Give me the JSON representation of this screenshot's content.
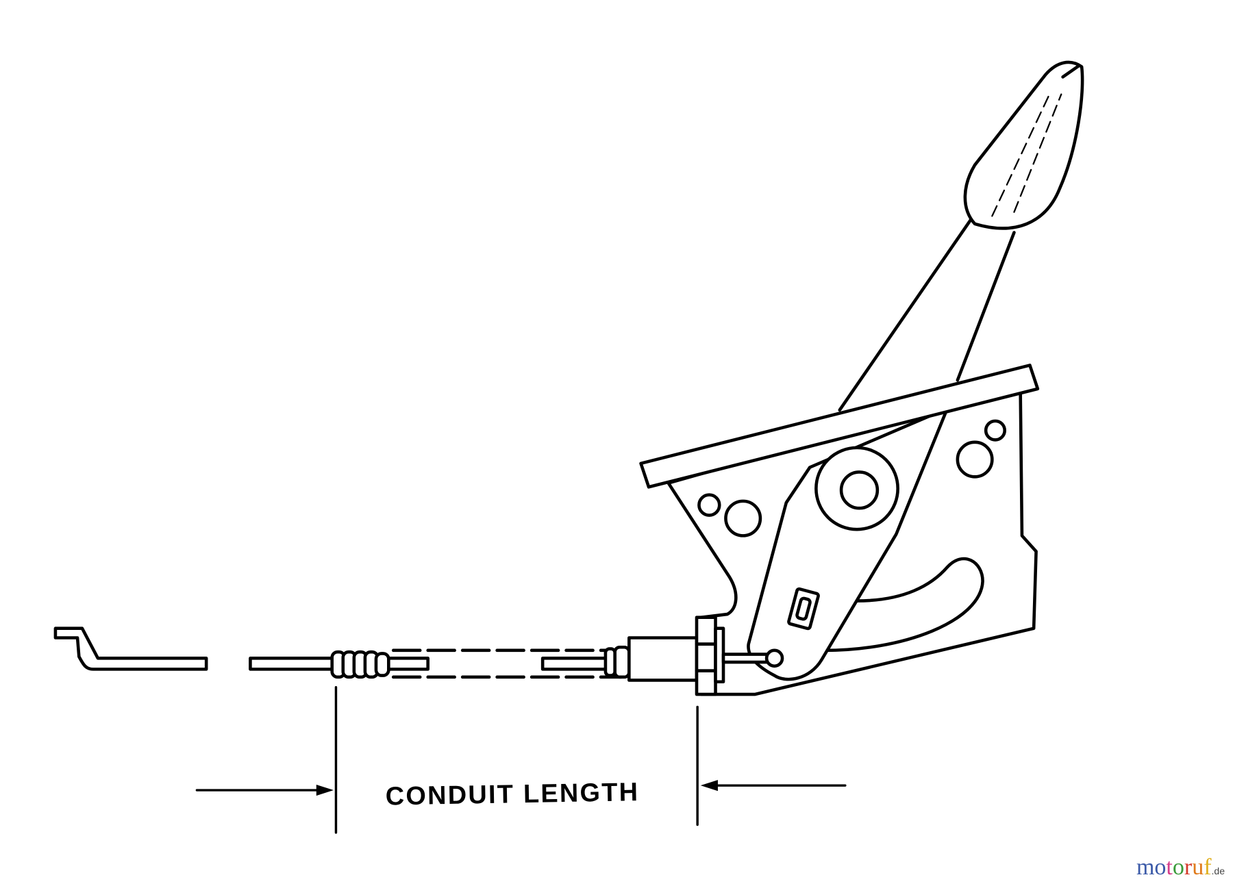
{
  "diagram": {
    "dimension_label": "CONDUIT LENGTH"
  },
  "watermark": {
    "text": "motoruf",
    "letters": [
      "m",
      "o",
      "t",
      "o",
      "r",
      "u",
      "f"
    ],
    "letter_colors": [
      "#3b5aa8",
      "#3b5aa8",
      "#d63d8c",
      "#3a9a3a",
      "#d43a2a",
      "#e07a1a",
      "#e0b020"
    ],
    "tld": ".de"
  }
}
